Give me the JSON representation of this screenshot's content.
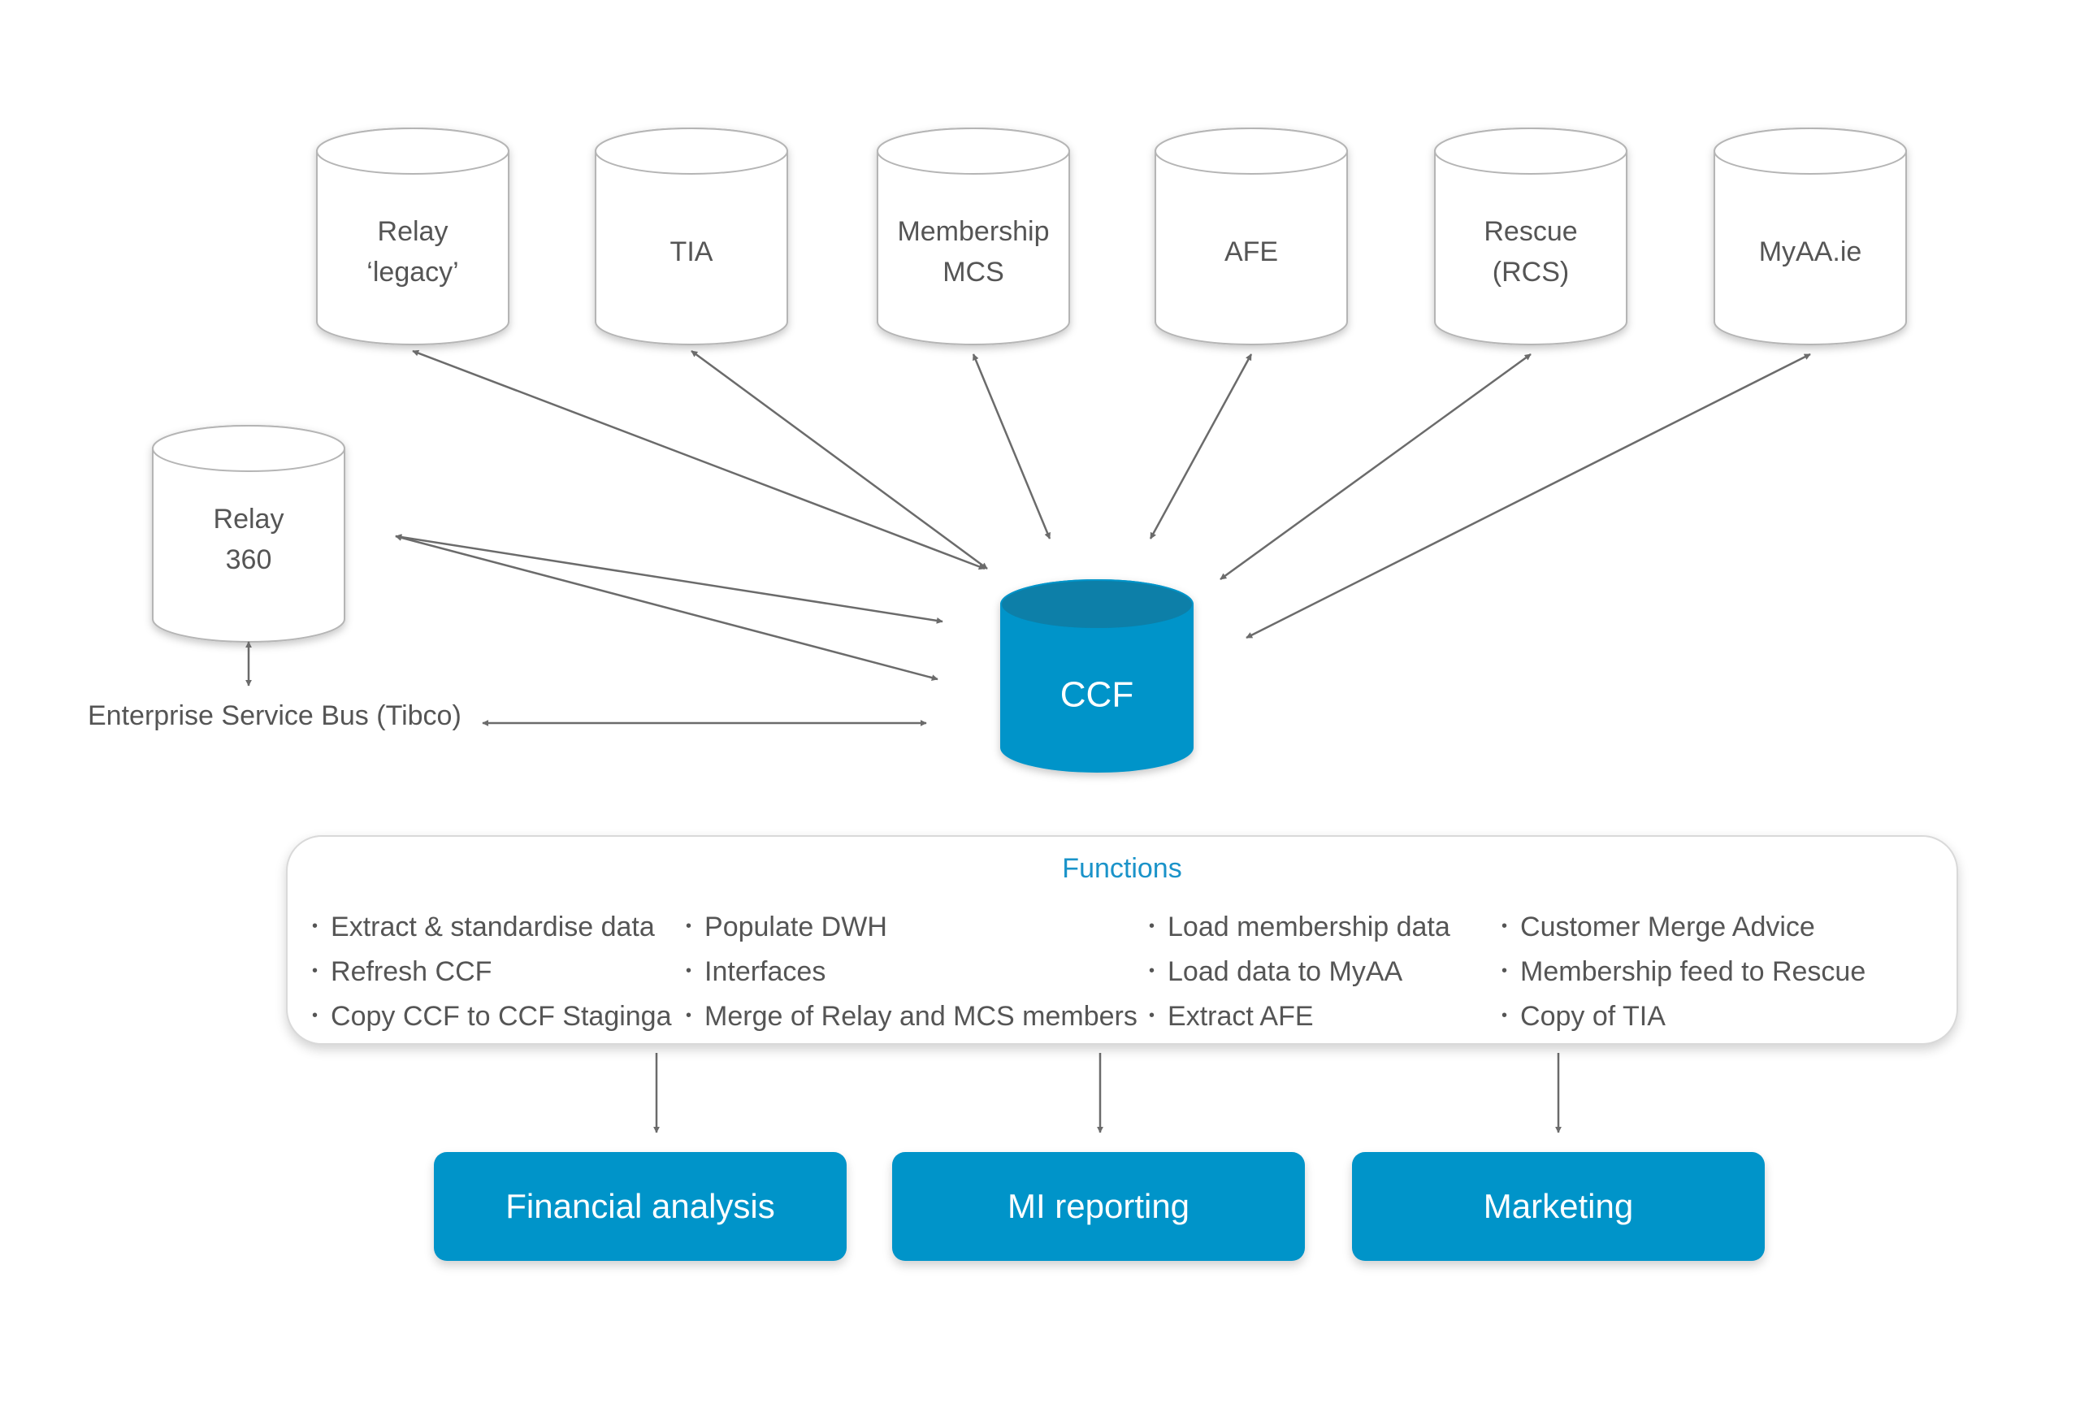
{
  "sources": [
    {
      "id": "relay-legacy",
      "lines": [
        "Relay",
        "‘legacy’"
      ]
    },
    {
      "id": "tia",
      "lines": [
        "TIA"
      ]
    },
    {
      "id": "membership-mcs",
      "lines": [
        "Membership",
        "MCS"
      ]
    },
    {
      "id": "afe",
      "lines": [
        "AFE"
      ]
    },
    {
      "id": "rescue-rcs",
      "lines": [
        "Rescue",
        "(RCS)"
      ]
    },
    {
      "id": "myaa",
      "lines": [
        "MyAA.ie"
      ]
    }
  ],
  "relay360": {
    "lines": [
      "Relay",
      "360"
    ]
  },
  "esb_label": "Enterprise Service Bus (Tibco)",
  "ccf_label": "CCF",
  "functions": {
    "title": "Functions",
    "columns": [
      [
        "Extract & standardise data",
        "Refresh CCF",
        "Copy CCF to CCF Staginga"
      ],
      [
        "Populate DWH",
        "Interfaces",
        "Merge of Relay and MCS members"
      ],
      [
        "Load membership data",
        "Load data to MyAA",
        "Extract AFE"
      ],
      [
        "Customer Merge Advice",
        "Membership feed to Rescue",
        "Copy of TIA"
      ]
    ]
  },
  "outputs": [
    "Financial analysis",
    "MI reporting",
    "Marketing"
  ],
  "colors": {
    "accent": "#0094c9",
    "ccf_top": "#0a7fa8",
    "outline": "#b5b5b5",
    "arrow": "#6b6b6b",
    "title": "#1a93c9"
  }
}
